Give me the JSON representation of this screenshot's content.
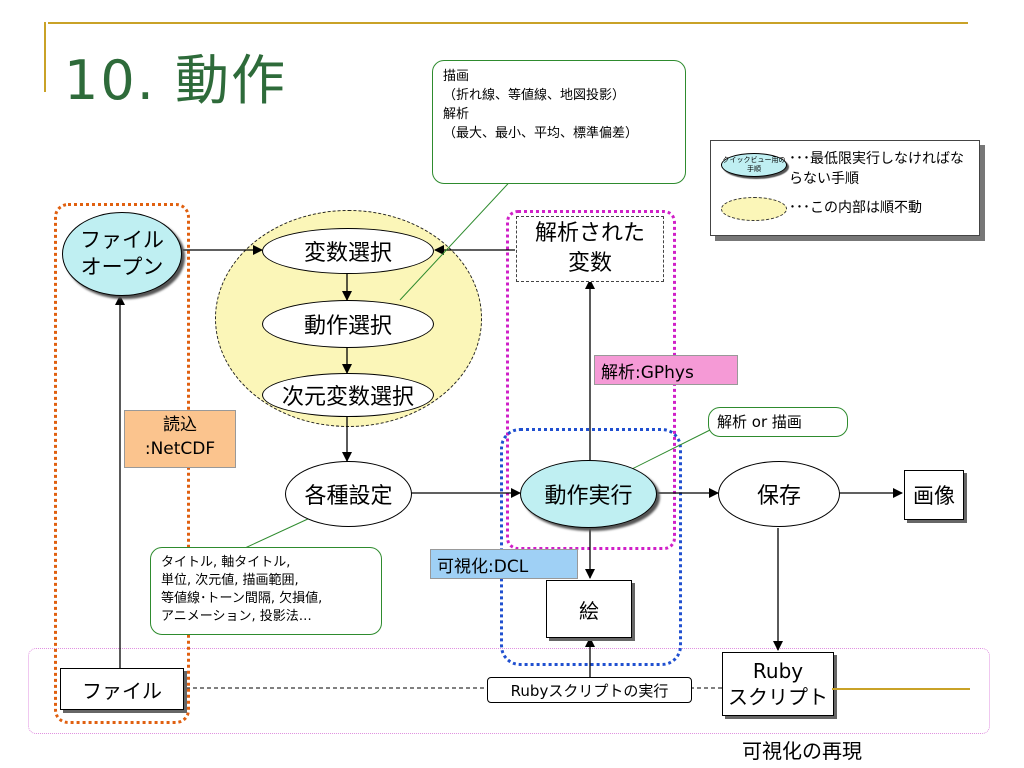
{
  "title": "10. 動作",
  "nodes": {
    "file_open": "ファイル\nオープン",
    "variable_select": "変数選択",
    "action_select": "動作選択",
    "dim_select": "次元変数選択",
    "settings": "各種設定",
    "action_exec": "動作実行",
    "save": "保存",
    "analyzed_var": "解析された\n変数",
    "image": "画像",
    "picture": "絵",
    "file": "ファイル",
    "ruby_script": "Ruby\nスクリプト"
  },
  "tags": {
    "read": "読込\n:NetCDF",
    "analysis": "解析:GPhys",
    "visualize": "可視化:DCL"
  },
  "callouts": {
    "draw_analysis": "描画\n（折れ線、等値線、地図投影）\n解析\n（最大、最小、平均、標準偏差）",
    "analysis_or_draw": "解析 or 描画",
    "settings_detail": "タイトル, 軸タイトル,\n単位, 次元値, 描画範囲,\n等値線･トーン間隔, 欠損値,\nアニメーション, 投影法…"
  },
  "legend": {
    "icon_label": "クイックビュー用の手順",
    "minimum_steps": "･･･最低限実行しなければならない手順",
    "order_fixed": "･･･この内部は順不動"
  },
  "ruby_exec": "Rubyスクリプトの実行",
  "caption": "可視化の再現",
  "colors": {
    "title_green": "#2e6b3a",
    "accent_gold": "#c9a227",
    "cyan_fill": "#bfeff2",
    "yellow_fill": "#fbf6b8",
    "tag_orange": "#fbc48e",
    "tag_pink": "#f59ad6",
    "tag_blue": "#9fd0f5"
  }
}
